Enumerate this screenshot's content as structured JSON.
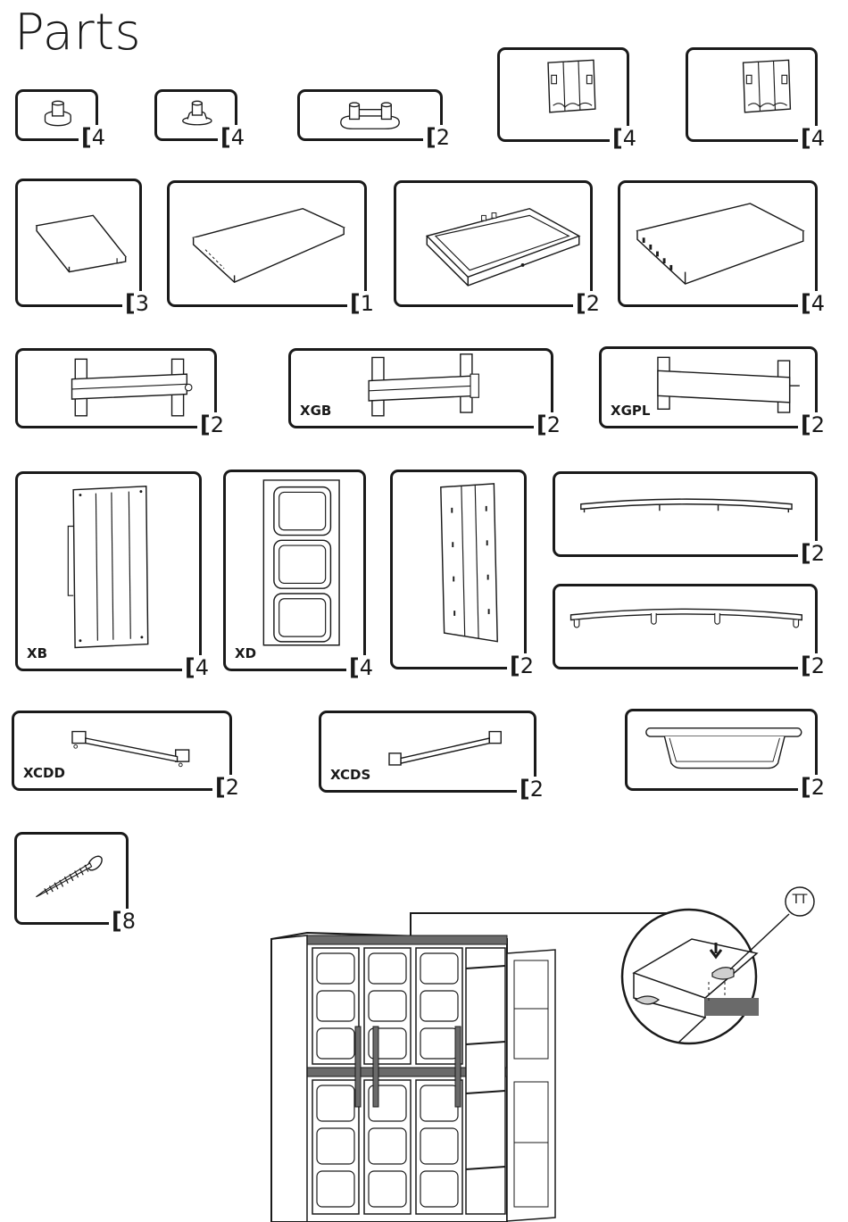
{
  "page": {
    "title": "Parts"
  },
  "parts": [
    {
      "qty": "4"
    },
    {
      "qty": "4"
    },
    {
      "qty": "2"
    },
    {
      "qty": "4"
    },
    {
      "qty": "4"
    },
    {
      "qty": "3"
    },
    {
      "qty": "1"
    },
    {
      "qty": "2"
    },
    {
      "qty": "4"
    },
    {
      "qty": "2"
    },
    {
      "qty": "2",
      "code": "XGB"
    },
    {
      "qty": "2",
      "code": "XGPL"
    },
    {
      "qty": "4",
      "code": "XB"
    },
    {
      "qty": "4",
      "code": "XD"
    },
    {
      "qty": "2"
    },
    {
      "qty": "2"
    },
    {
      "qty": "2"
    },
    {
      "qty": "2",
      "code": "XCDD"
    },
    {
      "qty": "2",
      "code": "XCDS"
    },
    {
      "qty": "2"
    },
    {
      "qty": "8"
    }
  ],
  "detail": {
    "callout_label": "TT"
  }
}
